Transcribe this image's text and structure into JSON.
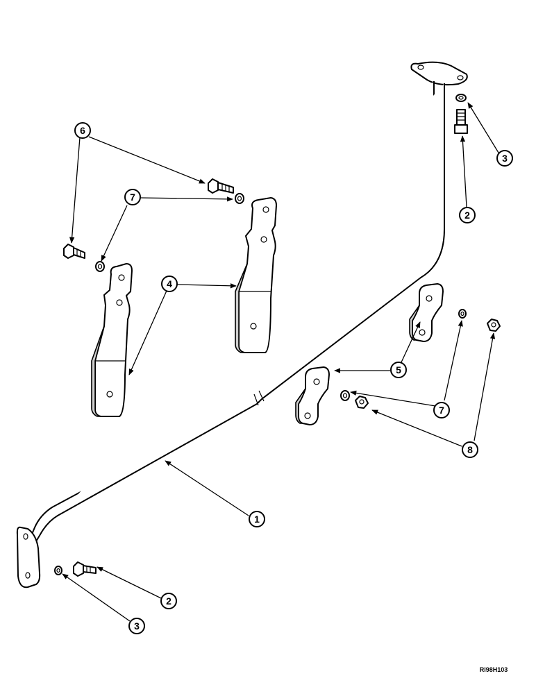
{
  "diagram": {
    "reference_code": "RI98H103",
    "callouts": {
      "c1": "1",
      "c2a": "2",
      "c2b": "2",
      "c3a": "3",
      "c3b": "3",
      "c4": "4",
      "c5": "5",
      "c6": "6",
      "c7a": "7",
      "c7b": "7",
      "c8": "8"
    }
  }
}
